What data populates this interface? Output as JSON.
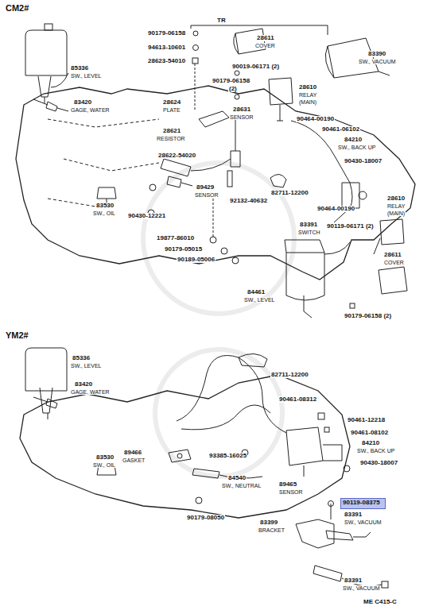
{
  "diagram": {
    "nodes": [
      {
        "text": [
          "90119-08375"
        ]
      }
    ],
    "labels": [
      "CM2#",
      "TR",
      "90179-06158",
      "94613-10601",
      "28623-54010",
      "28611",
      "COVER",
      "83390",
      "SW., VACUUM",
      "90019-06171 (2)",
      "85336",
      "SW., LEVEL",
      "90179-06158",
      "(2)",
      "28610",
      "RELAY",
      "(MAIN)",
      "28624",
      "PLATE",
      "28631",
      "SENSOR",
      "83420",
      "GAGE, WATER",
      "90464-00190",
      "90461-06102",
      "28621",
      "RESISTOR",
      "84210",
      "SW., BACK UP",
      "28622-54020",
      "90430-18007",
      "89429",
      "SENSOR",
      "92132-40632",
      "82711-12200",
      "83530",
      "SW., OIL",
      "90430-12221",
      "90464-00190",
      "28610",
      "RELAY",
      "(MAIN)",
      "83391",
      "SWITCH",
      "90119-06171 (2)",
      "19877-86010",
      "90179-05015",
      "90189-05006",
      "28611",
      "COVER",
      "84461",
      "SW., LEVEL",
      "90179-06158 (2)",
      "YM2#",
      "85336",
      "SW., LEVEL",
      "82711-12200",
      "83420",
      "GAGE, WATER",
      "90461-08312",
      "90461-12218",
      "90461-08102",
      "84210",
      "SW., BACK UP",
      "93385-16025",
      "90430-18007",
      "89466",
      "GASKET",
      "83530",
      "SW., OIL",
      "84540",
      "SW., NEUTRAL",
      "89465",
      "SENSOR",
      "83391",
      "SW., VACUUM",
      "90179-08050",
      "83399",
      "BRACKET",
      "83391",
      "SW., VACUUM",
      "ME C415-C"
    ]
  }
}
